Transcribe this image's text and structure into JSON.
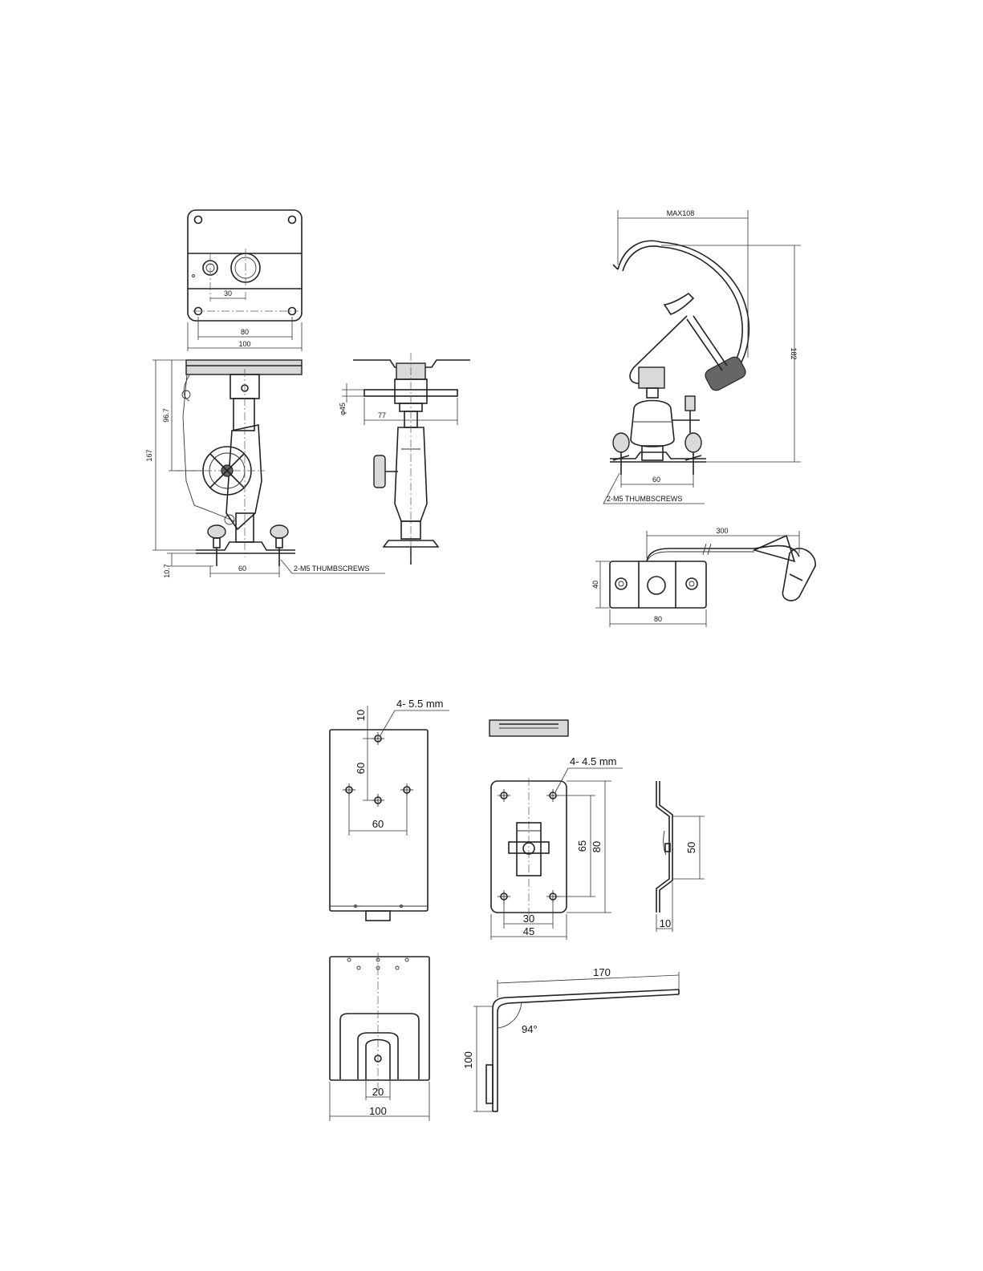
{
  "colors": {
    "line": "#222222",
    "background": "#ffffff"
  },
  "top_left": {
    "plate_top": {
      "d30": "30",
      "d80": "80",
      "d100": "100"
    },
    "side_view": {
      "d96_7": "96.7",
      "d167": "167",
      "d10_7": "10.7",
      "d60": "60",
      "thumbscrews": "2-M5 THUMBSCREWS"
    },
    "front_view": {
      "d45": "φ45",
      "d77": "77"
    }
  },
  "top_right": {
    "clamp": {
      "max108": "MAX108",
      "d182": "182",
      "d60": "60",
      "thumbscrews": "2-M5 THUMBSCREWS"
    },
    "base_plate": {
      "d300": "300",
      "d40": "40",
      "d80": "80"
    }
  },
  "bottom": {
    "plate_a": {
      "hole_spec": "4- 5.5 mm",
      "d10": "10",
      "d60v": "60",
      "d60h": "60"
    },
    "plate_b": {
      "hole_spec": "4- 4.5 mm",
      "d65": "65",
      "d80": "80",
      "d30": "30",
      "d45": "45"
    },
    "bracket_side": {
      "d50": "50",
      "d10": "10"
    },
    "plate_c": {
      "d20": "20",
      "d100": "100"
    },
    "l_bracket": {
      "d170": "170",
      "angle": "94°",
      "d100": "100"
    }
  }
}
